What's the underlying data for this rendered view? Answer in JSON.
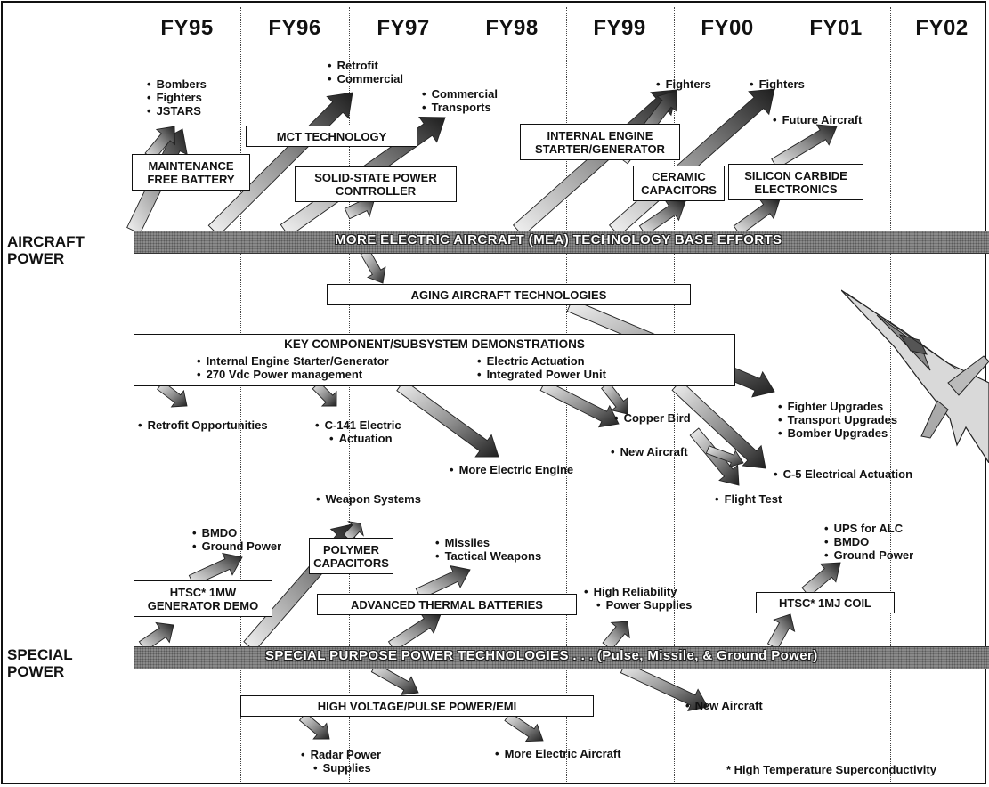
{
  "years": [
    "FY95",
    "FY96",
    "FY97",
    "FY98",
    "FY99",
    "FY00",
    "FY01",
    "FY02"
  ],
  "rows": {
    "aircraft": "AIRCRAFT POWER",
    "special": "SPECIAL POWER"
  },
  "bands": {
    "mea": "MORE ELECTRIC AIRCRAFT (MEA) TECHNOLOGY BASE EFFORTS",
    "special": "SPECIAL PURPOSE POWER TECHNOLOGIES . . . (Pulse, Missile, & Ground Power)"
  },
  "boxes": {
    "maintenance_battery": "MAINTENANCE FREE BATTERY",
    "mct": "MCT TECHNOLOGY",
    "solid_state": "SOLID-STATE POWER CONTROLLER",
    "internal_engine": "INTERNAL ENGINE STARTER/GENERATOR",
    "ceramic": "CERAMIC CAPACITORS",
    "silicon_carbide": "SILICON CARBIDE ELECTRONICS",
    "aging": "AGING AIRCRAFT TECHNOLOGIES",
    "key_component": {
      "title": "KEY COMPONENT/SUBSYSTEM DEMONSTRATIONS",
      "col1": [
        "Internal Engine Starter/Generator",
        "270 Vdc Power management"
      ],
      "col2": [
        "Electric Actuation",
        "Integrated Power Unit"
      ]
    },
    "htsc_generator": "HTSC* 1MW GENERATOR DEMO",
    "polymer": "POLYMER CAPACITORS",
    "thermal": "ADVANCED THERMAL BATTERIES",
    "htsc_coil": "HTSC* 1MJ COIL",
    "hv_pulse": "HIGH VOLTAGE/PULSE POWER/EMI"
  },
  "labels": {
    "battery_targets": [
      "Bombers",
      "Fighters",
      "JSTARS"
    ],
    "mct_targets": [
      "Retrofit",
      "Commercial"
    ],
    "sspc_targets": [
      "Commercial",
      "Transports"
    ],
    "ies_target": "Fighters",
    "ceramic_target": "Fighters",
    "sic_target": "Future Aircraft",
    "retrofit": "Retrofit Opportunities",
    "c141": [
      "C-141 Electric",
      "Actuation"
    ],
    "more_electric_engine": "More Electric Engine",
    "copper_bird": "Copper Bird",
    "new_aircraft_1": "New Aircraft",
    "upgrades": [
      "Fighter Upgrades",
      "Transport Upgrades",
      "Bomber Upgrades"
    ],
    "c5": "C-5 Electrical Actuation",
    "flight_test": "Flight Test",
    "weapon_systems": "Weapon Systems",
    "bmdo_ground": [
      "BMDO",
      "Ground Power"
    ],
    "missiles": [
      "Missiles",
      "Tactical Weapons"
    ],
    "high_reliability": [
      "High Reliability",
      "Power Supplies"
    ],
    "ups": [
      "UPS for ALC",
      "BMDO",
      "Ground Power"
    ],
    "new_aircraft_2": "New Aircraft",
    "radar": [
      "Radar Power",
      "Supplies"
    ],
    "more_electric_aircraft": "More Electric Aircraft"
  },
  "footnote": "* High Temperature Superconductivity"
}
